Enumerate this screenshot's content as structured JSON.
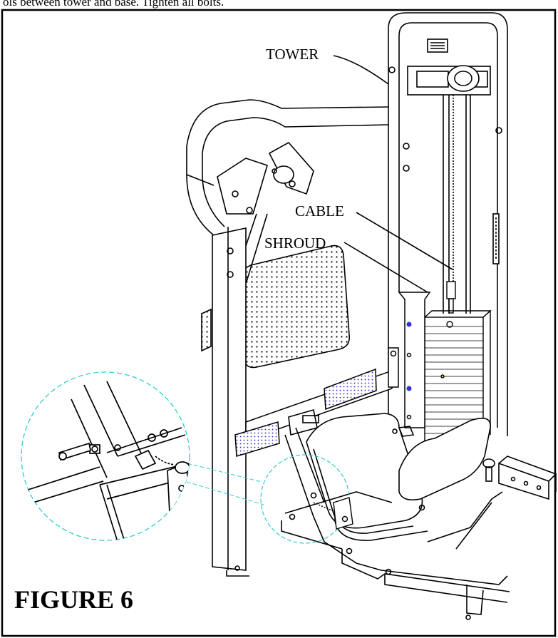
{
  "header": {
    "cut_text": "ols between tower and base. Tighten all bolts."
  },
  "labels": {
    "tower": "TOWER",
    "cable": "CABLE",
    "shroud": "SHROUD"
  },
  "figure": {
    "title": "FIGURE 6"
  },
  "colors": {
    "line": "#000000",
    "detail": "#33cccc",
    "accent": "#2222cc"
  }
}
